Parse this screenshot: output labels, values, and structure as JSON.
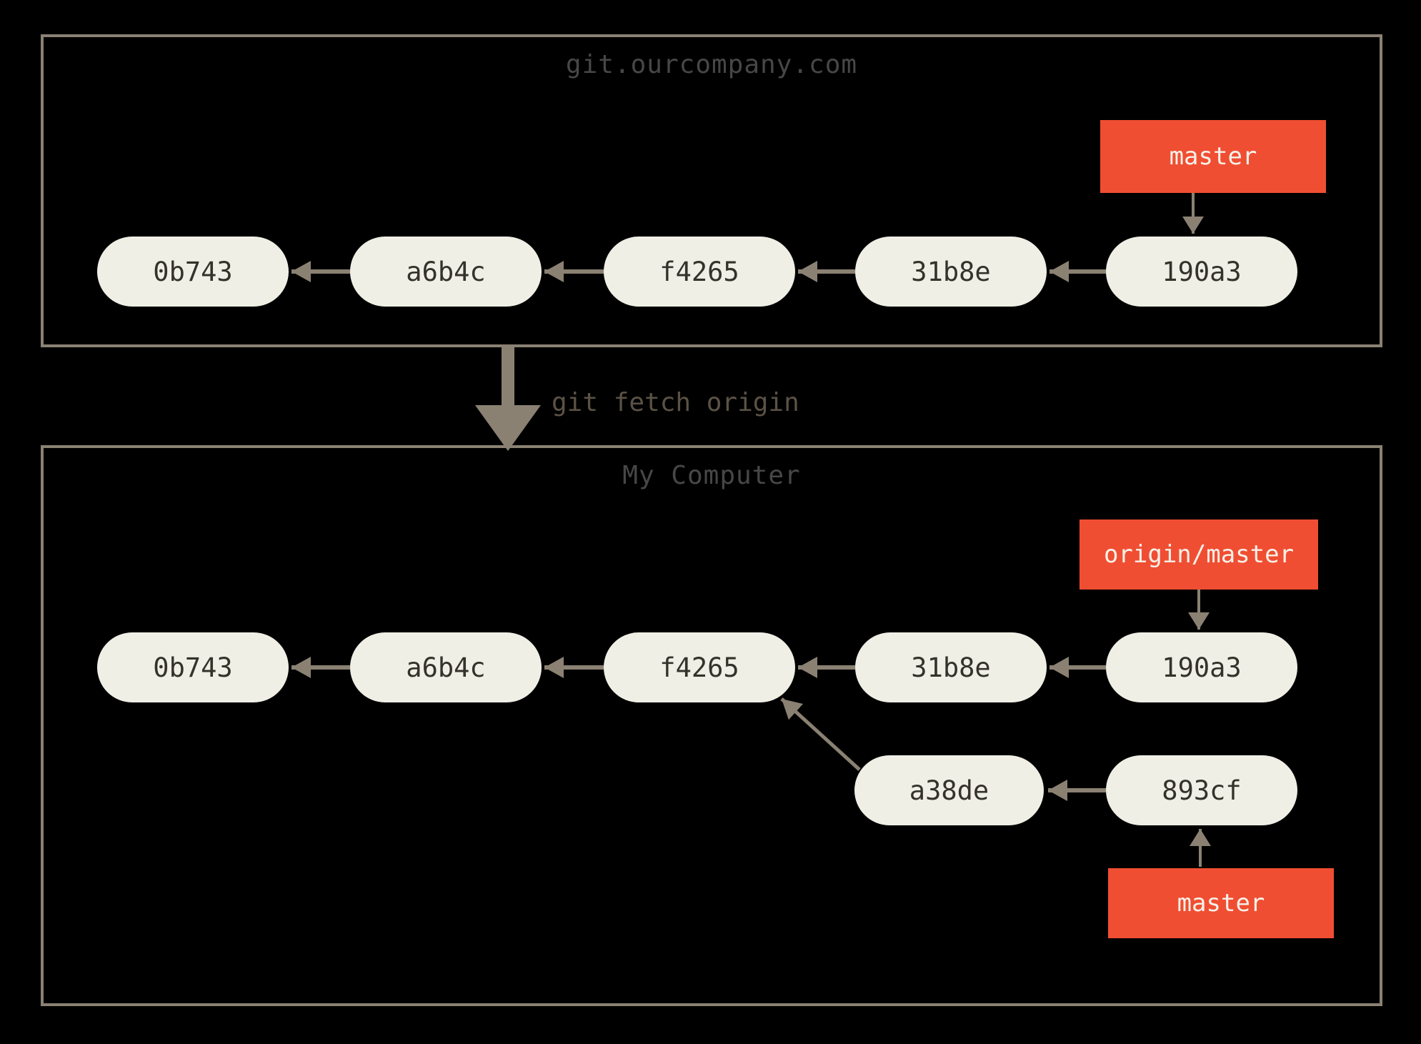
{
  "remote": {
    "title": "git.ourcompany.com",
    "branch": "master",
    "commits": [
      "0b743",
      "a6b4c",
      "f4265",
      "31b8e",
      "190a3"
    ]
  },
  "fetch": {
    "command": "git fetch origin"
  },
  "local": {
    "title": "My Computer",
    "remote_branch": "origin/master",
    "branch": "master",
    "commits": [
      "0b743",
      "a6b4c",
      "f4265",
      "31b8e",
      "190a3"
    ],
    "branch_commits": [
      "a38de",
      "893cf"
    ]
  },
  "colors": {
    "background": "#000000",
    "box_border": "#8A8173",
    "arrow": "#8A8173",
    "commit_fill": "#F0EFE6",
    "commit_text": "#35312B",
    "branch_label_fill": "#F04E32",
    "branch_label_text": "#F5F1E9",
    "box_title_text": "#474747",
    "command_text": "#5B5245"
  }
}
